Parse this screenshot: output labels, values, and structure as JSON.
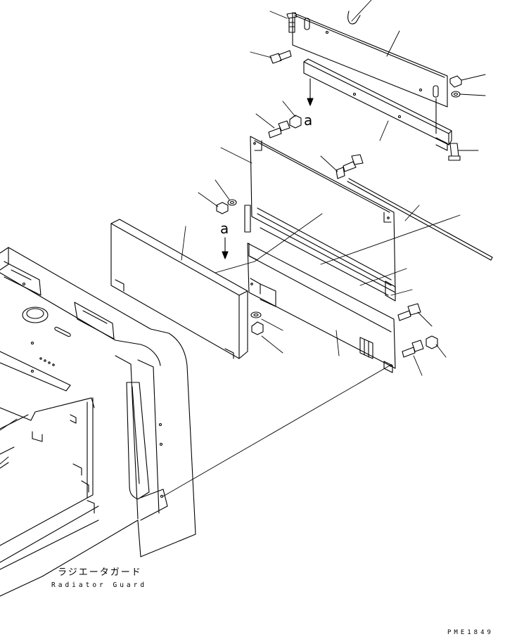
{
  "labels": {
    "callout_a_upper": "a",
    "callout_a_lower": "a",
    "caption_jp": "ラジエータガード",
    "caption_en": "Radiator Guard",
    "drawing_code": "PME1849"
  }
}
